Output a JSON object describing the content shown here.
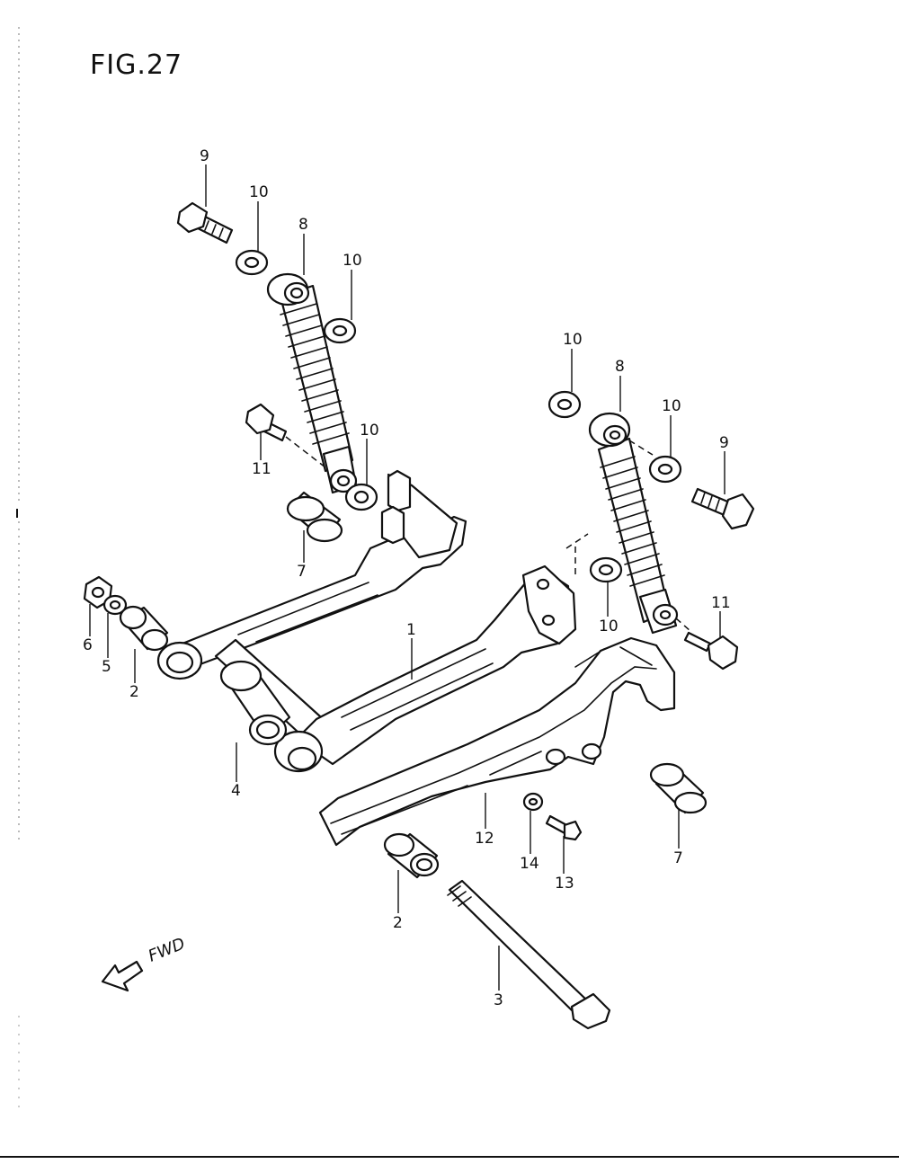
{
  "figure": {
    "title": "FIG.27"
  },
  "direction": {
    "label": "FWD"
  },
  "callouts": [
    "9",
    "10",
    "8",
    "10",
    "11",
    "10",
    "7",
    "6",
    "5",
    "2",
    "1",
    "4",
    "10",
    "8",
    "10",
    "9",
    "10",
    "11",
    "12",
    "14",
    "13",
    "7",
    "2",
    "3"
  ]
}
